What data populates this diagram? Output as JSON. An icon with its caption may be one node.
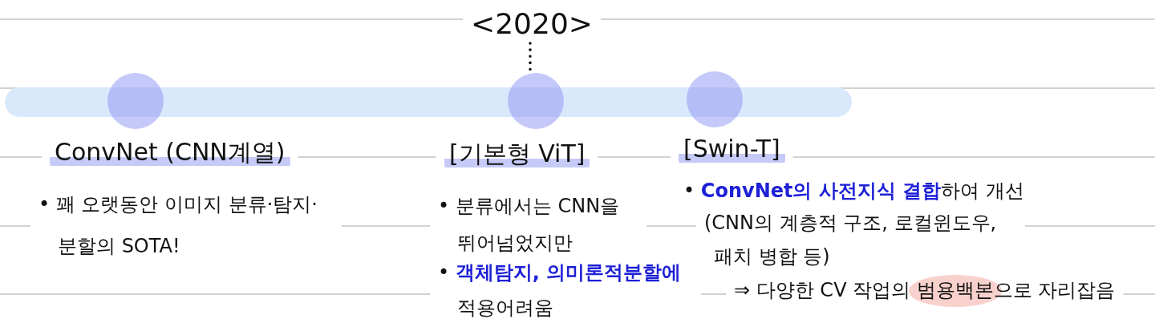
{
  "diagram": {
    "nodes": [
      {
        "text": [
          "<2020>"
        ]
      },
      {
        "text": [],
        "shape": "bar"
      },
      {
        "text": [
          "ConvNet (CNN계열)"
        ],
        "beside": [
          "• 꽤 오랫동안 이미지 분류·탐지·분할의 SOTA!"
        ]
      },
      {
        "text": [
          "[기본형 ViT]"
        ],
        "beside": [
          "• 분류에서는 CNN을 뛰어넘었지만",
          "• **객체탐지, 의미론적분할에** 적용어려움"
        ]
      },
      {
        "text": [
          "[Swin-T]"
        ],
        "beside": [
          "• **ConvNet의 사전지식 결합**하여 개선",
          "(CNN의 계층적 구조, 로컬윈도우, 패치 병합 등)",
          "⇒ 다양한 CV 작업의 범용백본으로 자리잡음"
        ]
      }
    ],
    "edges": [
      {
        "from": 0,
        "to": 3,
        "arrow": "none",
        "style": "dashed"
      }
    ]
  }
}
